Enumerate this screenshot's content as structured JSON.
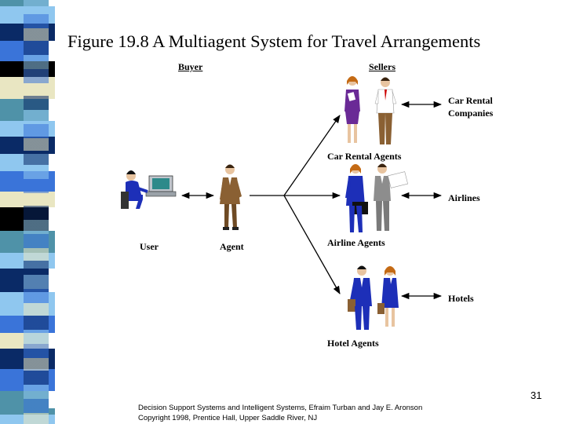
{
  "slide": {
    "title": "Figure 19.8 A Multiagent System for Travel Arrangements",
    "page_number": "31",
    "footer": {
      "line1": "Decision Support Systems and Intelligent Systems, Efraim Turban and Jay E. Aronson",
      "line2": "Copyright 1998, Prentice Hall, Upper Saddle River, NJ"
    }
  },
  "diagram": {
    "buyer_label": "Buyer",
    "sellers_label": "Sellers",
    "user_label": "User",
    "agent_label": "Agent",
    "car_rental_agents_label": "Car Rental Agents",
    "airline_agents_label": "Airline Agents",
    "hotel_agents_label": "Hotel Agents",
    "car_rental_companies_line1": "Car Rental",
    "car_rental_companies_line2": "Companies",
    "airlines_label": "Airlines",
    "hotels_label": "Hotels"
  },
  "colors": {
    "stripe_light_blue": "#8fc7ef",
    "stripe_blue": "#3a74d9",
    "stripe_navy": "#0a2a66",
    "stripe_teal": "#4f92a8",
    "stripe_cream": "#e9e6c2",
    "stripe_black": "#000000",
    "figure_blue": "#1d2fb8",
    "figure_purple": "#6a2a96",
    "figure_brown": "#8a6033",
    "figure_grey": "#8d8d8d"
  }
}
